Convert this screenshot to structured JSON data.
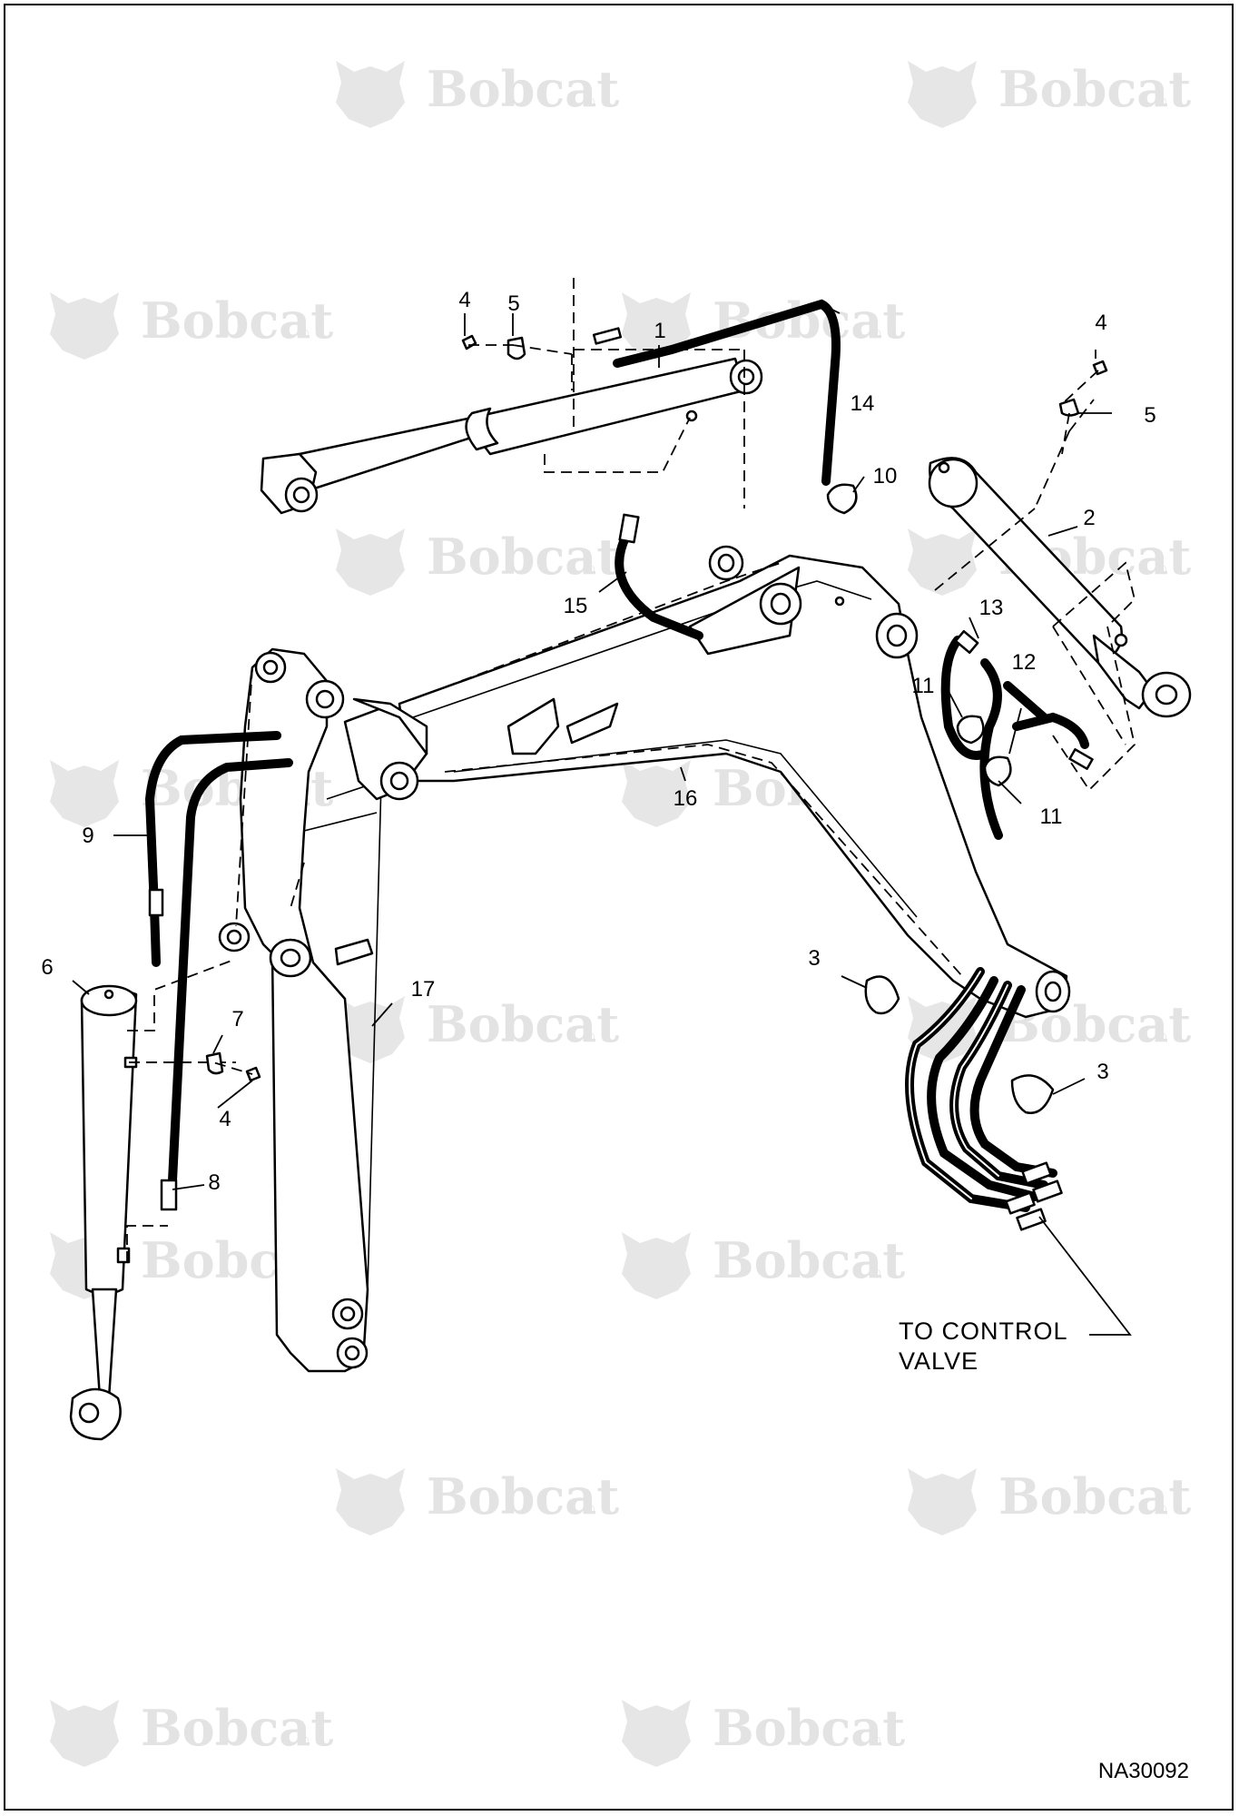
{
  "watermark": {
    "brand": "Bobcat",
    "registered": "®",
    "icon": "bobcat-logo-icon"
  },
  "callouts": {
    "c1": "1",
    "c2": "2",
    "c3a": "3",
    "c3b": "3",
    "c4a": "4",
    "c4b": "4",
    "c4c": "4",
    "c5a": "5",
    "c5b": "5",
    "c6": "6",
    "c7": "7",
    "c8": "8",
    "c9": "9",
    "c10": "10",
    "c11a": "11",
    "c11b": "11",
    "c12": "12",
    "c13": "13",
    "c14": "14",
    "c15": "15",
    "c16": "16",
    "c17": "17"
  },
  "note": {
    "line1": "TO CONTROL",
    "line2": "VALVE"
  },
  "figure_id": "NA30092"
}
